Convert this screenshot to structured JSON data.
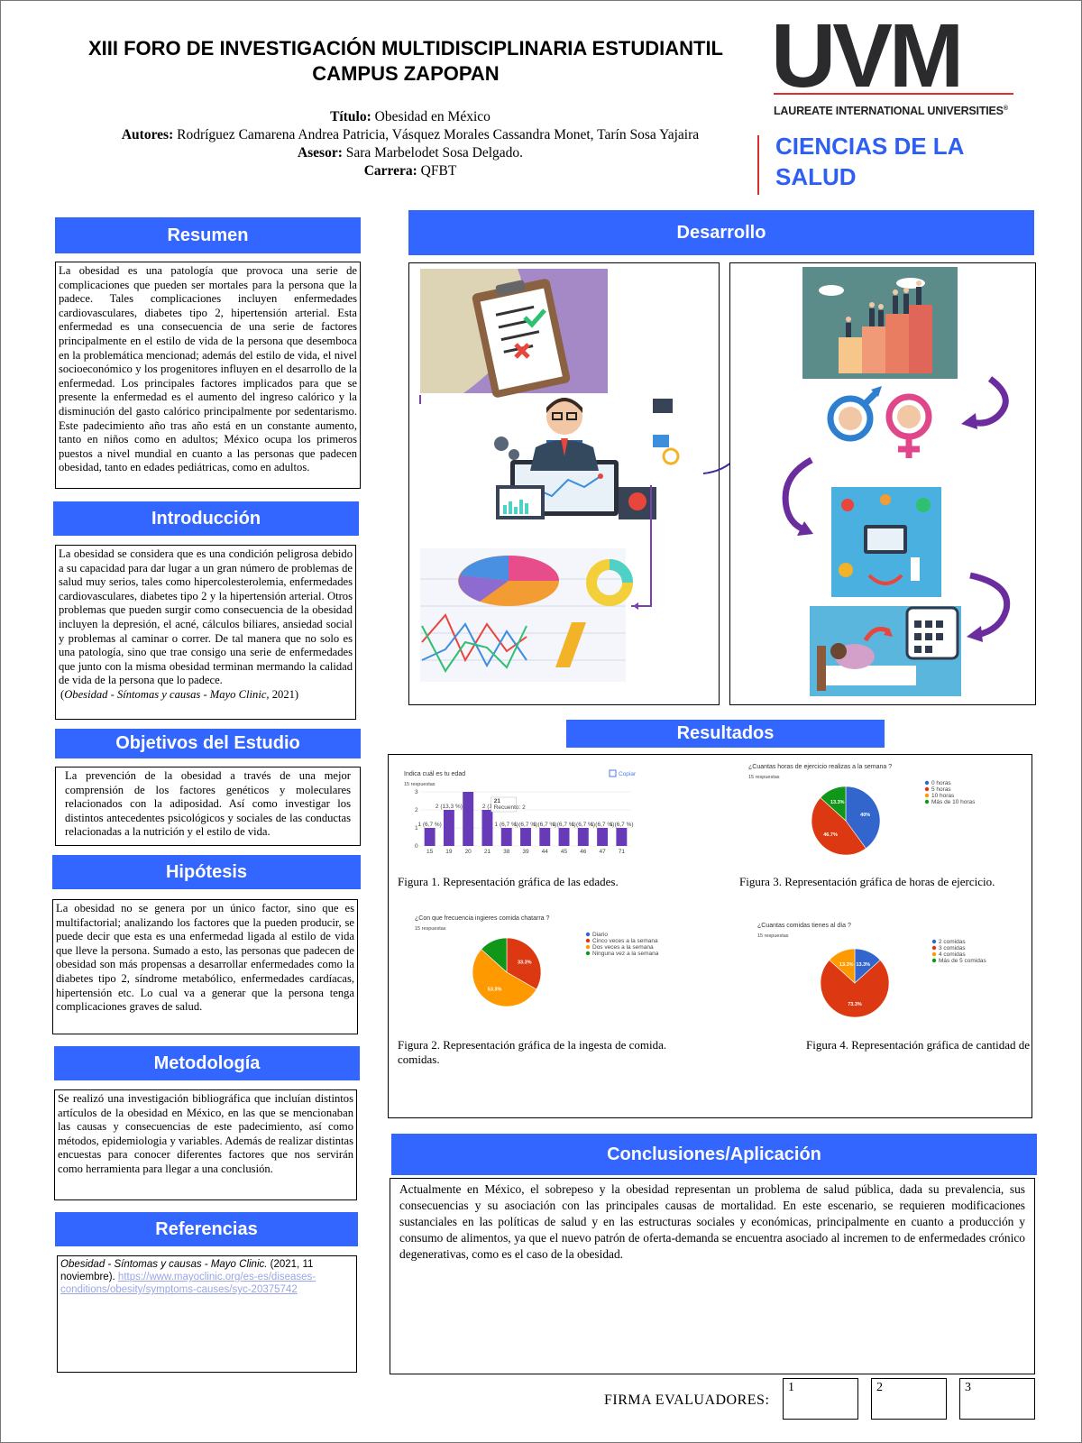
{
  "header": {
    "title_line1": "XIII FORO DE INVESTIGACIÓN MULTIDISCIPLINARIA ESTUDIANTIL",
    "title_line2": "CAMPUS ZAPOPAN",
    "titulo_label": "Título:",
    "titulo_value": "Obesidad en México",
    "autores_label": "Autores:",
    "autores_value": "Rodríguez Camarena Andrea Patricia, Vásquez Morales Cassandra Monet, Tarín Sosa Yajaira",
    "asesor_label": "Asesor:",
    "asesor_value": "Sara Marbelodet Sosa Delgado.",
    "carrera_label": "Carrera:",
    "carrera_value": "QFBT"
  },
  "logo": {
    "text": "UVM",
    "subtitle": "LAUREATE INTERNATIONAL UNIVERSITIES",
    "registered": "®",
    "area_line1": "CIENCIAS DE LA",
    "area_line2": "SALUD",
    "colors": {
      "logo": "#2b2b2e",
      "accent": "#d9302b",
      "area": "#2d5ff5"
    }
  },
  "accent_color": "#3366ff",
  "sections": {
    "resumen": {
      "title": "Resumen",
      "text": "La obesidad es una patología que provoca una serie de complicaciones que pueden ser mortales para la persona que la padece. Tales complicaciones incluyen enfermedades cardiovasculares, diabetes tipo 2, hipertensión arterial. Esta enfermedad es una consecuencia de una serie de factores principalmente en el estilo de vida de la persona que desemboca en la problemática mencionad; además del estilo de vida, el nivel socioeconómico y los progenitores influyen en el desarrollo de la enfermedad. Los principales factores implicados para que se presente la enfermedad es el aumento del ingreso calórico y la disminución del gasto calórico principalmente por sedentarismo. Este padecimiento año tras año está en un constante aumento, tanto en niños como en adultos; México ocupa los primeros puestos a nivel mundial en cuanto a las personas que padecen obesidad, tanto en edades pediátricas, como en adultos."
    },
    "introduccion": {
      "title": "Introducción",
      "text": "La obesidad se considera que es una condición peligrosa debido a su capacidad para dar lugar a un gran número de problemas de salud muy serios, tales como hipercolesterolemia, enfermedades cardiovasculares, diabetes tipo 2 y la hipertensión arterial. Otros problemas que pueden surgir como consecuencia de la obesidad incluyen la depresión, el acné, cálculos biliares, ansiedad social y problemas al caminar o correr. De tal manera que no solo es una patología, sino que trae consigo una serie de enfermedades que junto con la misma obesidad terminan mermando la calidad de vida de la persona que lo padece.",
      "citation_italic": "Obesidad - Síntomas y causas - Mayo Clinic",
      "citation_rest": ", 2021)",
      "citation_open": "("
    },
    "objetivos": {
      "title": "Objetivos del Estudio",
      "text": "La prevención de la obesidad a través de una mejor comprensión de los factores genéticos y moleculares relacionados con la adiposidad. Así como investigar los distintos antecedentes psicológicos y sociales de las conductas relacionadas a la nutrición y el estilo de vida."
    },
    "hipotesis": {
      "title": "Hipótesis",
      "text": "La obesidad no se genera por un único factor, sino que es multifactorial; analizando los factores que la pueden producir, se puede decir que esta es una enfermedad ligada al estilo de vida que lleve la persona. Sumado a esto, las personas que padecen de obesidad son más propensas a desarrollar enfermedades como la diabetes tipo 2, síndrome metabólico, enfermedades cardíacas, hipertensión etc. Lo cual va a generar que la persona tenga complicaciones graves de salud."
    },
    "metodologia": {
      "title": "Metodología",
      "text": "Se realizó una investigación bibliográfica que incluían distintos artículos de la obesidad en México, en las que se mencionaban las causas y consecuencias de este padecimiento, así como métodos, epidemiologia y variables. Además de realizar distintas encuestas para conocer diferentes factores que nos servirán como herramienta para llegar a una conclusión."
    },
    "referencias": {
      "title": "Referencias",
      "italic": "Obesidad - Síntomas y causas - Mayo Clinic.",
      "rest": " (2021, 11 noviembre). ",
      "link": "https://www.mayoclinic.org/es-es/diseases-conditions/obesity/symptoms-causes/syc-20375742"
    },
    "desarrollo": {
      "title": "Desarrollo"
    },
    "resultados": {
      "title": "Resultados"
    },
    "conclusiones": {
      "title": "Conclusiones/Aplicación",
      "text": "Actualmente en México, el sobrepeso y la obesidad representan un problema de salud pública, dada su prevalencia, sus consecuencias y su asociación con las principales causas de mortalidad. En este escenario, se requieren modificaciones sustanciales en las políticas de salud y en las estructuras sociales y económicas, principalmente en cuanto a producción y consumo de alimentos, ya que el nuevo patrón de oferta-demanda se encuentra asociado al incremen to de enfermedades crónico degenerativas, como es el caso de la obesidad."
    }
  },
  "captions": {
    "fig1": "Figura 1. Representación gráfica de las edades.",
    "fig2": "Figura 2. Representación gráfica de la ingesta de comida.",
    "fig3": "Figura 3. Representación gráfica de horas de ejercicio.",
    "fig4": "Figura 4. Representación gráfica de cantidad de",
    "fig4_wrap": "comidas."
  },
  "chart_data": [
    {
      "type": "bar",
      "title": "Indica cuál es tu edad",
      "subtitle": "15 respuestas",
      "copy_label": "Copiar",
      "categories": [
        "15",
        "19",
        "20",
        "21",
        "38",
        "39",
        "44",
        "45",
        "46",
        "47",
        "71"
      ],
      "values": [
        1,
        2,
        3,
        2,
        1,
        1,
        1,
        1,
        1,
        1,
        1
      ],
      "data_labels": [
        "1 (6,7 %)",
        "2 (13,3 %)",
        "",
        "2 (1",
        "1 (6,7 %)",
        "1 (6,7 %)",
        "1 (6,7 %)",
        "1 (6,7 %)",
        "1 (6,7 %)",
        "1 (6,7 %)",
        "1 (6,7 %)"
      ],
      "ylim": [
        0,
        3
      ],
      "yticks": [
        "0",
        "1",
        "2",
        "3"
      ],
      "tooltip": {
        "category": "21",
        "label": "Recuento:",
        "value": "2"
      },
      "color": "#673ab7"
    },
    {
      "type": "pie",
      "title": "¿Con que frecuencia ingieres comida chatarra ?",
      "subtitle": "15 respuestas",
      "labels": [
        "Diario",
        "Cinco veces a la semana",
        "Dos veces a la semana",
        "Ninguna vez a la semana"
      ],
      "values": [
        0,
        33.3,
        53.3,
        13.3
      ],
      "slice_labels": [
        "",
        "33.3%",
        "53.3%",
        ""
      ],
      "colors": [
        "#3366cc",
        "#dc3912",
        "#ff9900",
        "#109618"
      ]
    },
    {
      "type": "pie",
      "title": "¿Cuantas horas de ejercicio realizas a la semana ?",
      "subtitle": "15 respuestas",
      "labels": [
        "0 horas",
        "5 horas",
        "10 horas",
        "Más de 10 horas"
      ],
      "values": [
        40,
        46.7,
        0,
        13.3
      ],
      "slice_labels": [
        "40%",
        "46.7%",
        "",
        "13.3%"
      ],
      "colors": [
        "#3366cc",
        "#dc3912",
        "#ff9900",
        "#109618"
      ]
    },
    {
      "type": "pie",
      "title": "¿Cuantas comidas tienes al día ?",
      "subtitle": "15 respuestas",
      "labels": [
        "2 comidas",
        "3 comidas",
        "4 comidas",
        "Más de 5 comidas"
      ],
      "values": [
        13.3,
        73.3,
        13.3,
        0
      ],
      "slice_labels": [
        "13.3%",
        "73.3%",
        "13.3%",
        ""
      ],
      "colors": [
        "#3366cc",
        "#dc3912",
        "#ff9900",
        "#109618"
      ]
    }
  ],
  "firma": {
    "label": "FIRMA EVALUADORES:",
    "boxes": [
      "1",
      "2",
      "3"
    ]
  }
}
